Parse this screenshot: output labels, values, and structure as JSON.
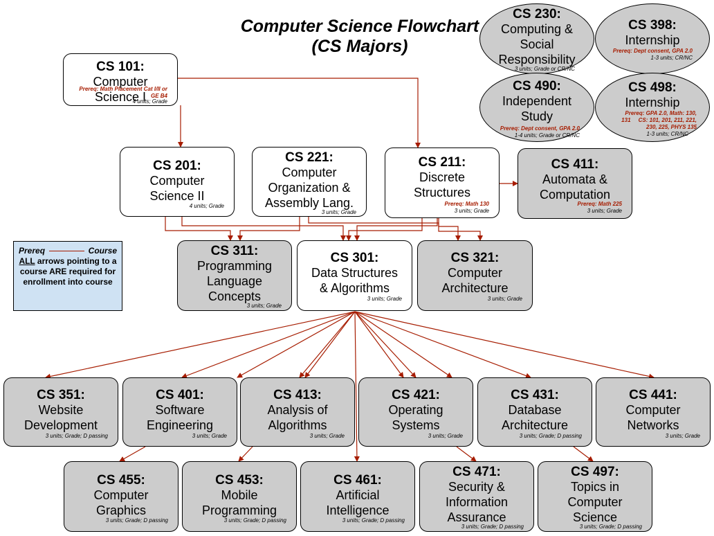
{
  "title": {
    "line1": "Computer Science Flowchart",
    "line2": "(CS Majors)"
  },
  "legend": {
    "prereq": "Prereq",
    "course": "Course",
    "all": "ALL",
    "text": "arrows pointing to a course ARE required for enrollment into course"
  },
  "colors": {
    "arrow": "#a61c00",
    "elective_fill": "#cccccc",
    "core_fill": "#ffffff",
    "legend_fill": "#cfe2f3"
  },
  "courses": {
    "cs101": {
      "code": "CS 101:",
      "name1": "Computer",
      "name2": "Science I",
      "prereq1": "Prereq: Math Placement Cat I/II or",
      "prereq2": "GE B4",
      "units": "4 units; Grade"
    },
    "cs201": {
      "code": "CS 201:",
      "name1": "Computer",
      "name2": "Science II",
      "units": "4 units; Grade"
    },
    "cs221": {
      "code": "CS 221:",
      "name1": "Computer",
      "name2": "Organization &",
      "name3": "Assembly Lang.",
      "units": "3 units; Grade"
    },
    "cs211": {
      "code": "CS 211:",
      "name1": "Discrete",
      "name2": "Structures",
      "prereq1": "Prereq: Math 130",
      "units": "3 units; Grade"
    },
    "cs411": {
      "code": "CS 411:",
      "name1": "Automata &",
      "name2": "Computation",
      "prereq1": "Prereq: Math 225",
      "units": "3 units; Grade"
    },
    "cs311": {
      "code": "CS 311:",
      "name1": "Programming",
      "name2": "Language",
      "name3": "Concepts",
      "units": "3 units; Grade"
    },
    "cs301": {
      "code": "CS 301:",
      "name1": "Data Structures",
      "name2": "& Algorithms",
      "units": "3 units; Grade"
    },
    "cs321": {
      "code": "CS 321:",
      "name1": "Computer",
      "name2": "Architecture",
      "units": "3 units; Grade"
    },
    "cs230": {
      "code": "CS 230:",
      "name1": "Computing &",
      "name2": "Social",
      "name3": "Responsibility",
      "units": "3 units; Grade or CR/NC"
    },
    "cs398": {
      "code": "CS 398:",
      "name1": "Internship",
      "prereq1": "Prereq: Dept consent, GPA 2.0",
      "units": "1-3 units; CR/NC"
    },
    "cs490": {
      "code": "CS 490:",
      "name1": "Independent",
      "name2": "Study",
      "prereq1": "Prereq: Dept consent, GPA 2.0",
      "units": "1-4 units; Grade or CR/NC"
    },
    "cs498": {
      "code": "CS 498:",
      "name1": "Internship",
      "prereq1": "Prereq: GPA 2.0, Math: 130,",
      "prereq2": "131     CS: 101, 201, 211, 221,",
      "prereq3": "230, 225, PHYS 135",
      "units": "1-3 units; CR/NC"
    },
    "cs351": {
      "code": "CS 351:",
      "name1": "Website",
      "name2": "Development",
      "units": "3 units; Grade; D passing"
    },
    "cs401": {
      "code": "CS 401:",
      "name1": "Software",
      "name2": "Engineering",
      "units": "3 units; Grade"
    },
    "cs413": {
      "code": "CS 413:",
      "name1": "Analysis of",
      "name2": "Algorithms",
      "units": "3 units; Grade"
    },
    "cs421": {
      "code": "CS 421:",
      "name1": "Operating",
      "name2": "Systems",
      "units": "3 units; Grade"
    },
    "cs431": {
      "code": "CS 431:",
      "name1": "Database",
      "name2": "Architecture",
      "units": "3 units; Grade; D passing"
    },
    "cs441": {
      "code": "CS 441:",
      "name1": "Computer",
      "name2": "Networks",
      "units": "3 units; Grade"
    },
    "cs455": {
      "code": "CS 455:",
      "name1": "Computer",
      "name2": "Graphics",
      "units": "3 units; Grade; D passing"
    },
    "cs453": {
      "code": "CS 453:",
      "name1": "Mobile",
      "name2": "Programming",
      "units": "3 units; Grade; D passing"
    },
    "cs461": {
      "code": "CS 461:",
      "name1": "Artificial",
      "name2": "Intelligence",
      "units": "3 units; Grade; D passing"
    },
    "cs471": {
      "code": "CS 471:",
      "name1": "Security &",
      "name2": "Information",
      "name3": "Assurance",
      "units": "3 units; Grade; D passing"
    },
    "cs497": {
      "code": "CS 497:",
      "name1": "Topics in",
      "name2": "Computer",
      "name3": "Science",
      "units": "3 units; Grade; D passing"
    }
  }
}
